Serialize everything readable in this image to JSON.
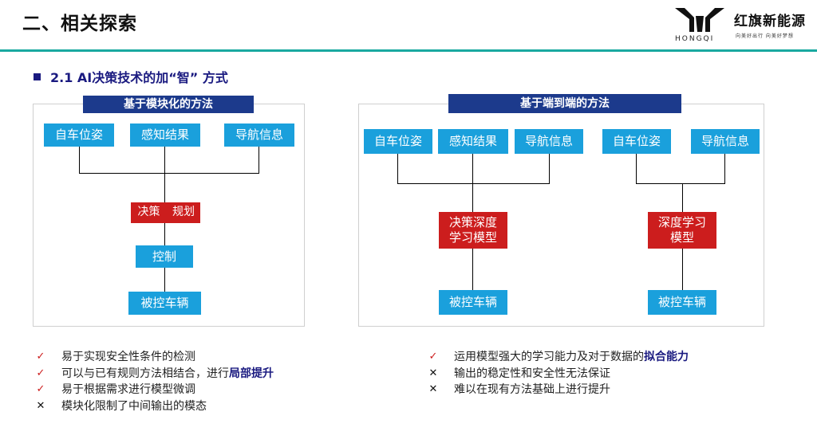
{
  "slide": {
    "title": "二、相关探索"
  },
  "logo": {
    "wordmark": "HONGQI",
    "brand": "红旗新能源",
    "slogan": "向美好出行  向美好梦想"
  },
  "section": {
    "heading": "2.1 AI决策技术的加“智” 方式"
  },
  "modular": {
    "title": "基于模块化的方法",
    "inputs": [
      "自车位姿",
      "感知结果",
      "导航信息"
    ],
    "decision": "决策",
    "planning": "规划",
    "control": "控制",
    "vehicle": "被控车辆"
  },
  "e2e": {
    "title": "基于端到端的方法",
    "left": {
      "inputs": [
        "自车位姿",
        "感知结果",
        "导航信息"
      ],
      "model_line1": "决策深度",
      "model_line2": "学习模型",
      "vehicle": "被控车辆"
    },
    "right": {
      "inputs": [
        "自车位姿",
        "导航信息"
      ],
      "model_line1": "深度学习",
      "model_line2": "模型",
      "vehicle": "被控车辆"
    }
  },
  "pros_cons_left": [
    {
      "mark": "✓",
      "text": "易于实现安全性条件的检测",
      "highlight": ""
    },
    {
      "mark": "✓",
      "text": "可以与已有规则方法相结合，进行",
      "highlight": "局部提升"
    },
    {
      "mark": "✓",
      "text": "易于根据需求进行模型微调",
      "highlight": ""
    },
    {
      "mark": "✕",
      "text": "模块化限制了中间输出的模态",
      "highlight": ""
    }
  ],
  "pros_cons_right": [
    {
      "mark": "✓",
      "text": "运用模型强大的学习能力及对于数据的",
      "highlight": "拟合能力"
    },
    {
      "mark": "✕",
      "text": "输出的稳定性和安全性无法保证",
      "highlight": ""
    },
    {
      "mark": "✕",
      "text": "难以在现有方法基础上进行提升",
      "highlight": ""
    }
  ],
  "colors": {
    "accent_teal": "#19a9a0",
    "title_navy": "#1c3a8c",
    "box_blue": "#1aa0dc",
    "box_red": "#cc1d1d",
    "check_red": "#cc1d1d"
  }
}
